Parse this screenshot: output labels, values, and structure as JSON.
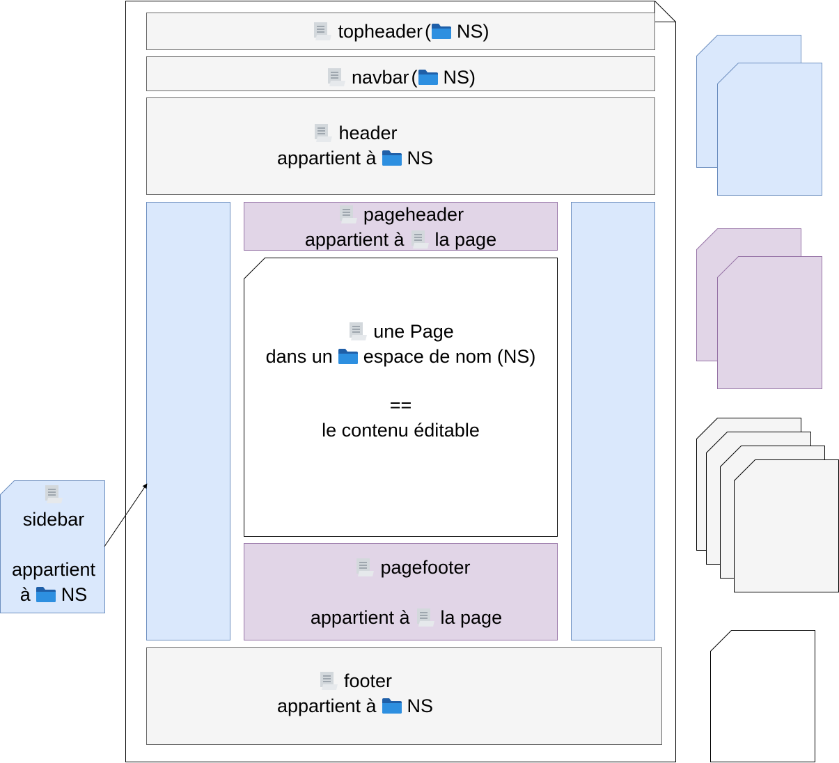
{
  "main": {
    "topheader": {
      "name": "topheader",
      "open": "(",
      "ns": "NS)"
    },
    "navbar": {
      "name": "navbar",
      "open": "(",
      "ns": "NS)"
    },
    "header": {
      "name": "header",
      "belongs": "appartient à",
      "ns": "NS"
    },
    "pageheader": {
      "name": "pageheader",
      "belongs": "appartient à",
      "page": "la page"
    },
    "content": {
      "line1": "une Page",
      "line2a": "dans un",
      "line2b": "espace de nom (NS)",
      "separator": "==",
      "line3": "le contenu éditable"
    },
    "pagefooter": {
      "name": "pagefooter",
      "belongs": "appartient à",
      "page": "la page"
    },
    "footer": {
      "name": "footer",
      "belongs": "appartient à",
      "ns": "NS"
    }
  },
  "sidebar_note": {
    "name": "sidebar",
    "belongs1": "appartient",
    "belongs2": "à",
    "ns": "NS"
  },
  "icons": {
    "page": "document-icon",
    "namespace": "folder-icon"
  },
  "colors": {
    "neutral": "#f5f5f5",
    "blue": "#dae8fc",
    "purple": "#e1d5e7",
    "border_gray": "#666666",
    "border_blue": "#6c8ebf",
    "border_purple": "#9673a6",
    "folder": "#2d8fe0"
  }
}
